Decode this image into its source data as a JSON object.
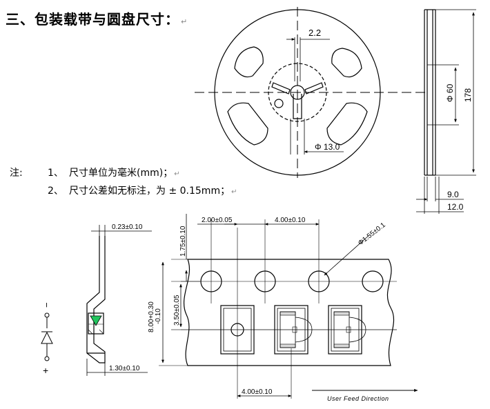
{
  "heading": {
    "text": "三、包装载带与圆盘尺寸：",
    "return_mark": "↵"
  },
  "notes": {
    "label": "注:",
    "items": [
      {
        "num": "1、",
        "text": "尺寸单位为毫米(mm)；"
      },
      {
        "num": "2、",
        "text": "尺寸公差如无标注，为 ± 0.15mm；"
      }
    ],
    "return_mark": "↵"
  },
  "reel": {
    "dim_slot": "2.2",
    "dim_hub": "Φ 13.0",
    "dim_inner": "Φ 60",
    "dim_outer": "178",
    "dim_width_inner": "9.0",
    "dim_width_outer": "12.0"
  },
  "tape": {
    "dim_thickness": "0.23±0.10",
    "dim_depth": "1.30±0.10",
    "dim_pitch_holes": "2.00±0.05",
    "dim_sprocket_pitch": "4.00±0.10",
    "dim_hole_dia": "Φ1.55±0.1",
    "dim_edge_offset": "1.75±0.10",
    "dim_width": "8.00+0.30",
    "dim_width_tol": "-0.10",
    "dim_centerline": "3.50±0.05",
    "dim_pocket_pitch": "4.00±0.10",
    "feed_label": "User Feed Direction",
    "pol_minus": "−",
    "pol_plus": "+"
  },
  "colors": {
    "line": "#000000",
    "led_marker": "#22c55e"
  }
}
